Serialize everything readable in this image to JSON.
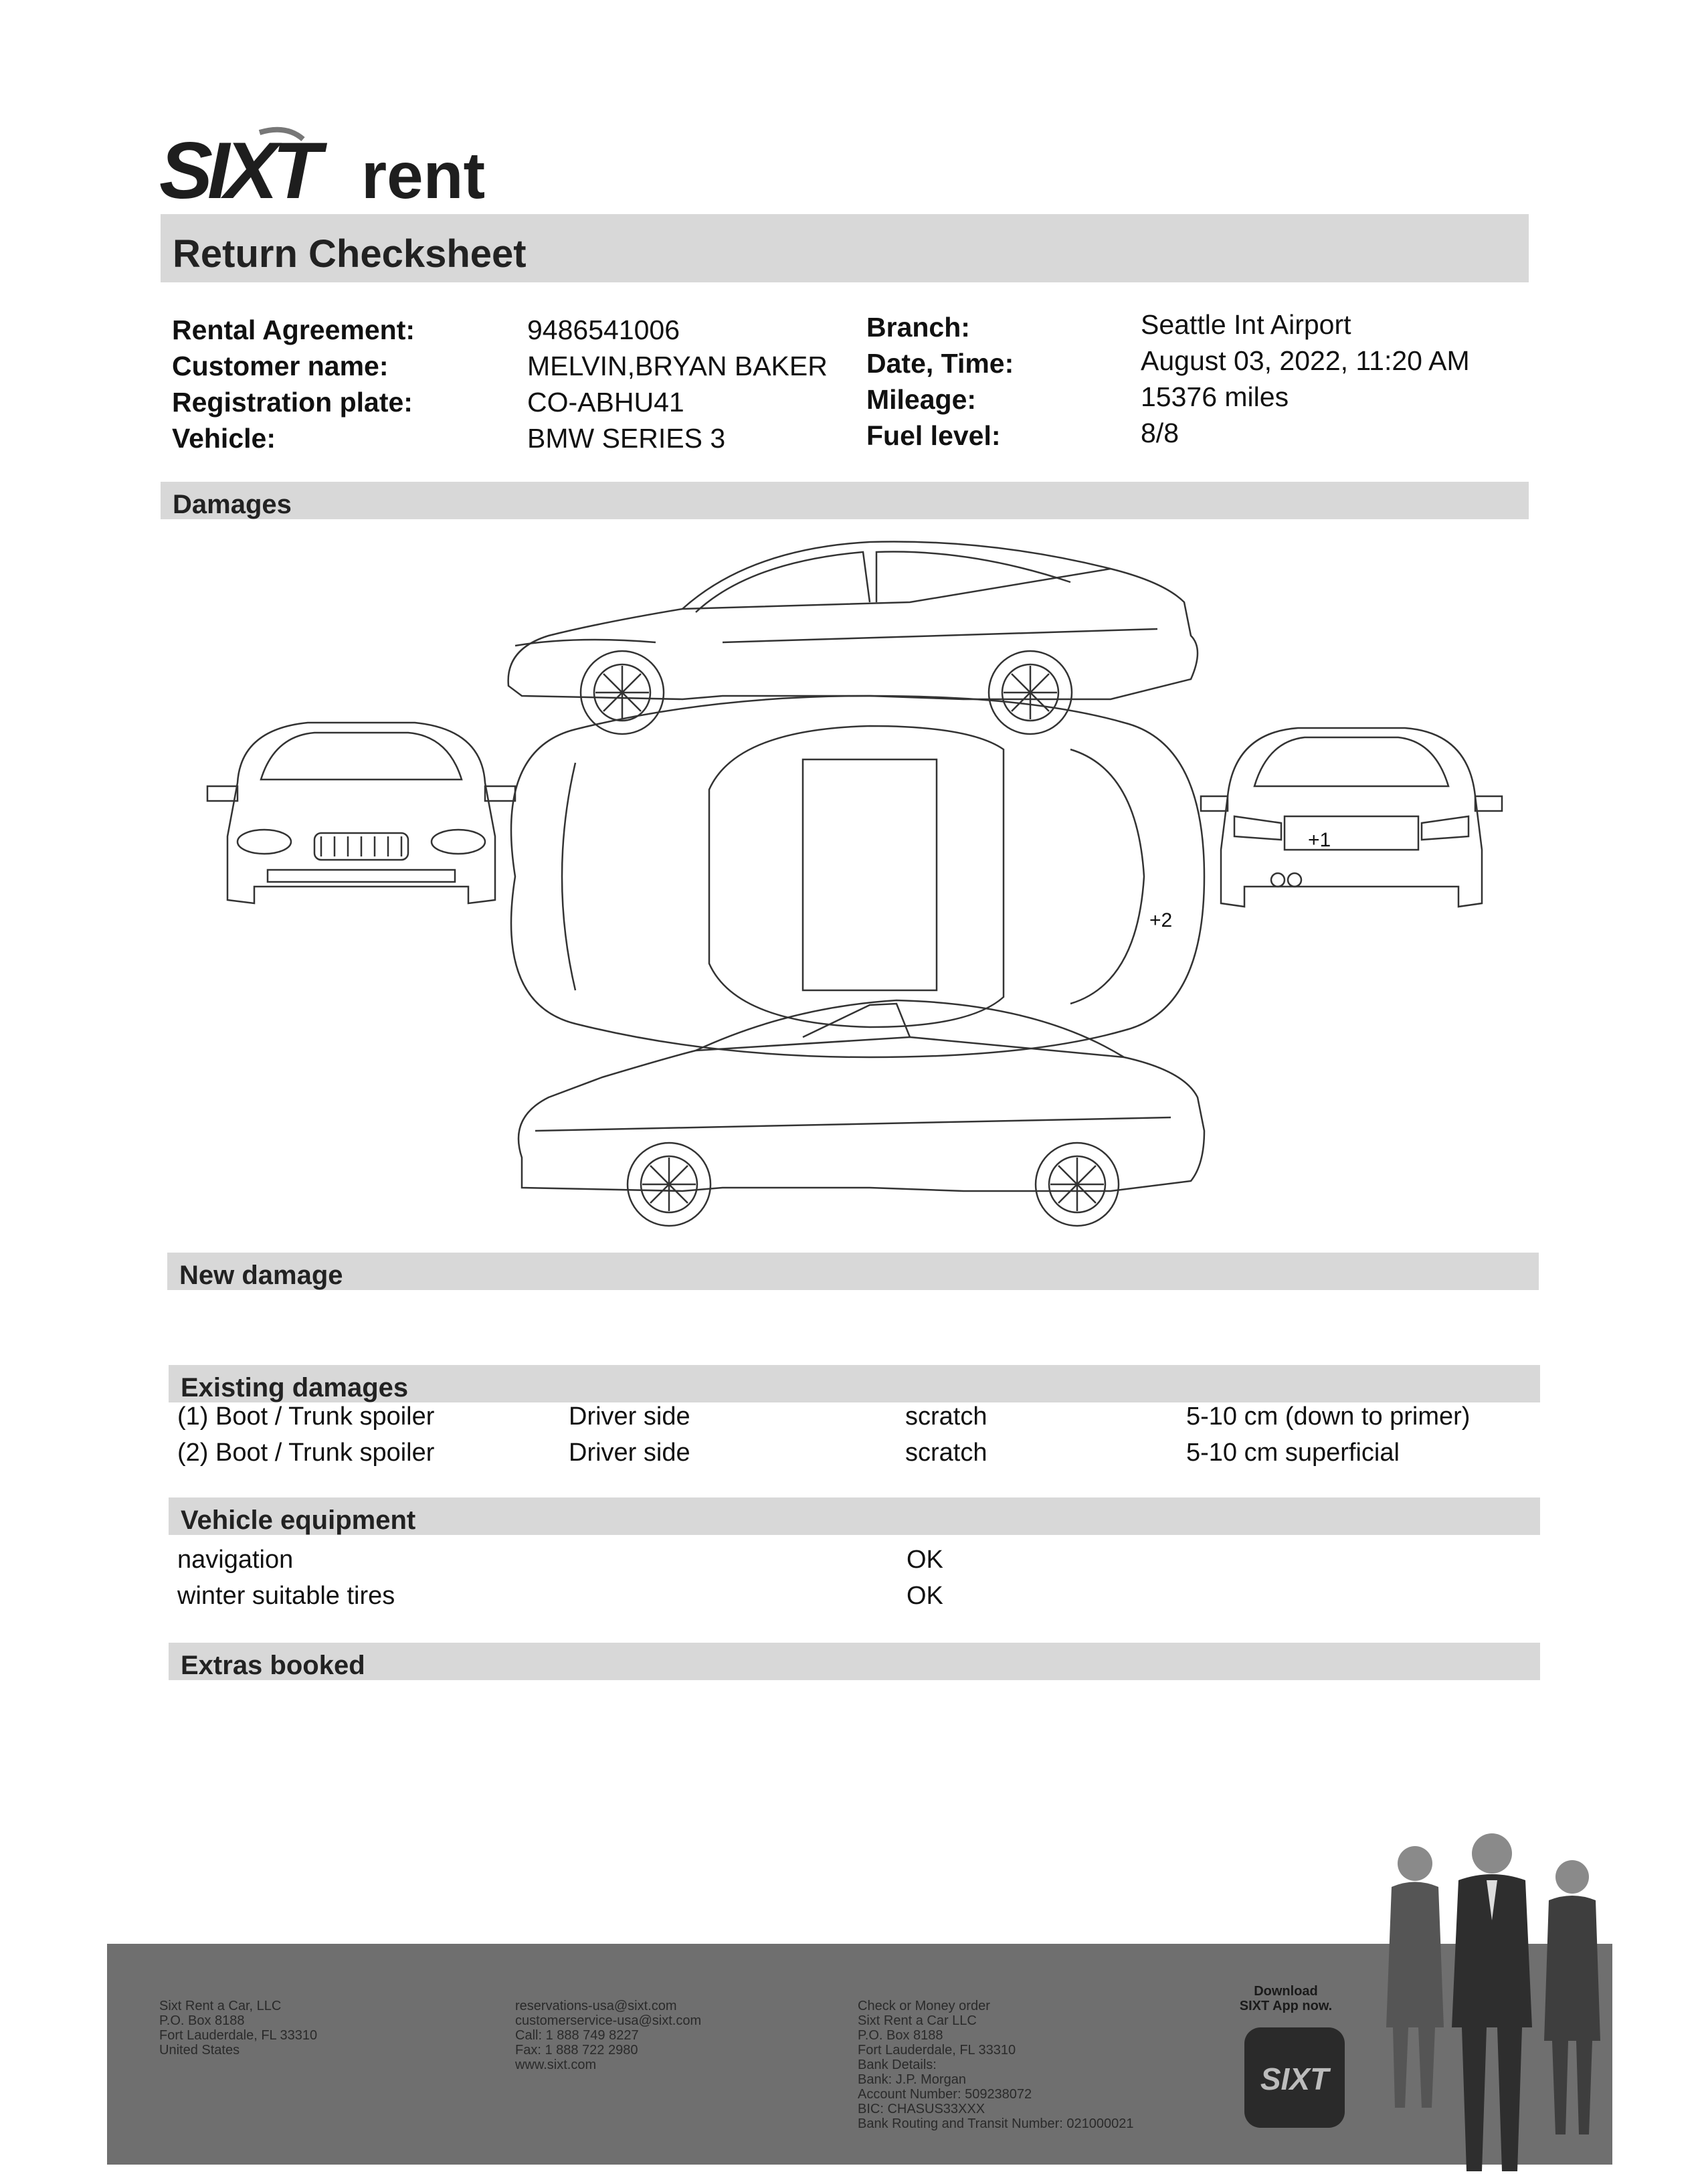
{
  "brand": {
    "logo_main": "SIXT",
    "logo_suffix": "rent"
  },
  "document": {
    "title": "Return Checksheet"
  },
  "info": {
    "left": [
      {
        "label": "Rental Agreement:",
        "value": "9486541006"
      },
      {
        "label": "Customer name:",
        "value": "MELVIN,BRYAN BAKER"
      },
      {
        "label": "Registration plate:",
        "value": "CO-ABHU41"
      },
      {
        "label": "Vehicle:",
        "value": "BMW SERIES 3"
      }
    ],
    "right": [
      {
        "label": "Branch:",
        "value": "Seattle Int Airport"
      },
      {
        "label": "Date, Time:",
        "value": "August 03, 2022, 11:20 AM"
      },
      {
        "label": "Mileage:",
        "value": "15376 miles"
      },
      {
        "label": "Fuel level:",
        "value": "8/8"
      }
    ]
  },
  "sections": {
    "damages": "Damages",
    "new_damage": "New damage",
    "existing_damages": "Existing damages",
    "vehicle_equipment": "Vehicle  equipment",
    "extras_booked": "Extras booked"
  },
  "diagram_markers": {
    "rear_marker": "+1",
    "top_marker": "+2"
  },
  "existing_damages": [
    {
      "item": "(1) Boot / Trunk spoiler",
      "side": "Driver side",
      "type": "scratch",
      "detail": "5-10 cm (down to primer)"
    },
    {
      "item": "(2) Boot / Trunk spoiler",
      "side": "Driver side",
      "type": "scratch",
      "detail": "5-10 cm superficial"
    }
  ],
  "vehicle_equipment": [
    {
      "item": "navigation",
      "status": "OK"
    },
    {
      "item": "winter suitable tires",
      "status": "OK"
    }
  ],
  "footer": {
    "company": [
      "Sixt Rent a Car, LLC",
      "P.O. Box 8188",
      "Fort Lauderdale, FL 33310",
      "United States"
    ],
    "contact": [
      "reservations-usa@sixt.com",
      "customerservice-usa@sixt.com",
      "Call: 1 888 749 8227",
      "Fax: 1 888 722 2980",
      "www.sixt.com"
    ],
    "payment": [
      "Check or Money order",
      "Sixt Rent a Car LLC",
      "P.O. Box 8188",
      "Fort Lauderdale, FL 33310",
      "Bank Details:",
      "Bank: J.P. Morgan",
      "Account Number: 509238072",
      "BIC: CHASUS33XXX",
      "Bank Routing and Transit Number: 021000021"
    ],
    "download_line1": "Download",
    "download_line2": "SIXT App now.",
    "app_icon_text": "SIXT"
  }
}
